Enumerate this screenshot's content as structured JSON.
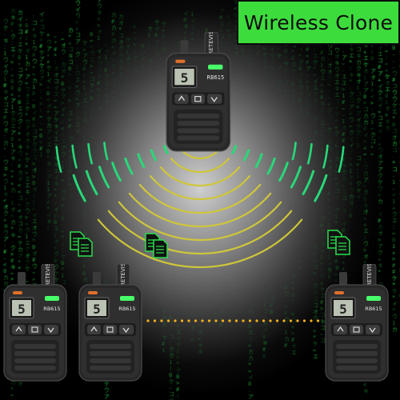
{
  "badge": {
    "title": "Wireless Clone",
    "color": "#3ddc3d"
  },
  "radio": {
    "brand": "RETEVIS",
    "model": "RB615",
    "channel": "5"
  },
  "radios": [
    {
      "name": "radio-source"
    },
    {
      "name": "radio-target-1"
    },
    {
      "name": "radio-target-2"
    },
    {
      "name": "radio-target-3"
    }
  ],
  "icons": {
    "document": "document-copy-icon",
    "waves": "signal-waves-icon"
  },
  "colors": {
    "wave_yellow": "#cfc63a",
    "wave_green": "#28d878",
    "matrix_green": "#1fbf3a",
    "dots": "#f3b21a"
  }
}
